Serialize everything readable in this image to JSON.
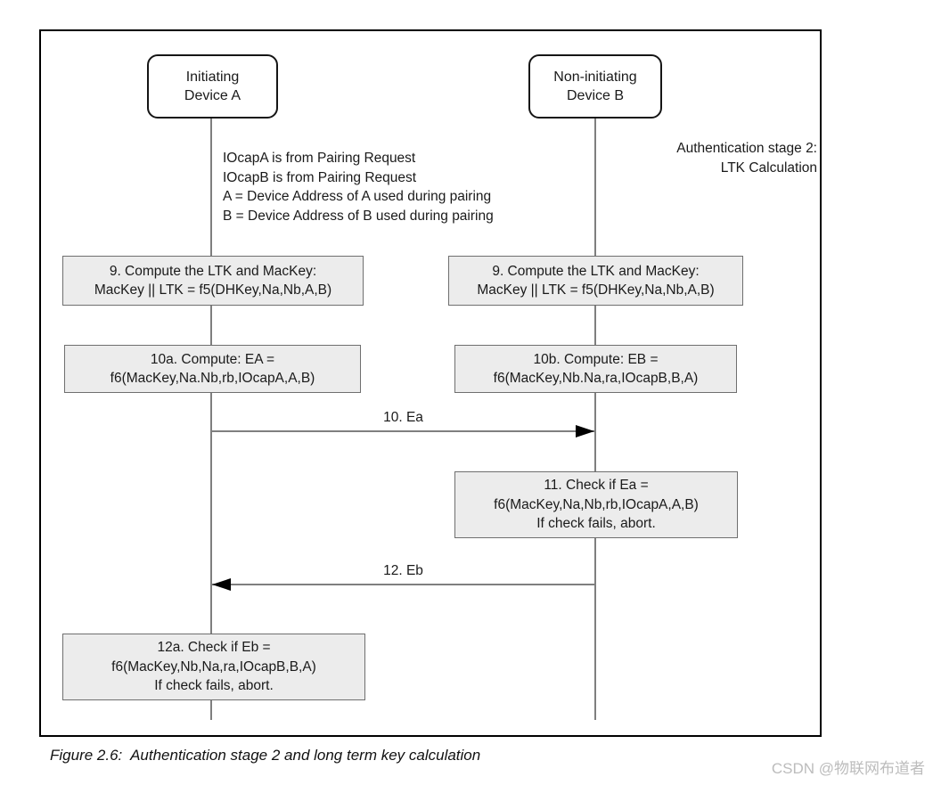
{
  "actors": {
    "a": {
      "line1": "Initiating",
      "line2": "Device A"
    },
    "b": {
      "line1": "Non-initiating",
      "line2": "Device B"
    }
  },
  "stage_note": {
    "line1": "Authentication stage 2:",
    "line2": "LTK Calculation"
  },
  "notes": {
    "line1": "IOcapA is from Pairing Request",
    "line2": "IOcapB is from Pairing Request",
    "line3": "A = Device Address of A used during pairing",
    "line4": "B = Device Address of B used during pairing"
  },
  "steps": {
    "box9a": {
      "line1": "9. Compute the LTK and MacKey:",
      "line2": "MacKey || LTK = f5(DHKey,Na,Nb,A,B)"
    },
    "box9b": {
      "line1": "9. Compute the LTK and MacKey:",
      "line2": "MacKey || LTK = f5(DHKey,Na,Nb,A,B)"
    },
    "box10a": {
      "line1": "10a. Compute: EA =",
      "line2": "f6(MacKey,Na.Nb,rb,IOcapA,A,B)"
    },
    "box10b": {
      "line1": "10b. Compute: EB =",
      "line2": "f6(MacKey,Nb.Na,ra,IOcapB,B,A)"
    },
    "msg10": {
      "label": "10. Ea"
    },
    "box11": {
      "line1": "11. Check if Ea =",
      "line2": "f6(MacKey,Na,Nb,rb,IOcapA,A,B)",
      "line3": "If check fails, abort."
    },
    "msg12": {
      "label": "12. Eb"
    },
    "box12a": {
      "line1": "12a. Check if Eb =",
      "line2": "f6(MacKey,Nb,Na,ra,IOcapB,B,A)",
      "line3": "If check fails, abort."
    }
  },
  "caption": "Figure 2.6:  Authentication stage 2 and long term key calculation",
  "watermark": "CSDN @物联网布道者",
  "colors": {
    "step_box_fill": "#ececec",
    "step_box_border": "#6f6f6f",
    "lifeline": "#7f7f7f",
    "frame_border": "#000000",
    "watermark_text": "#bcbcbc"
  }
}
